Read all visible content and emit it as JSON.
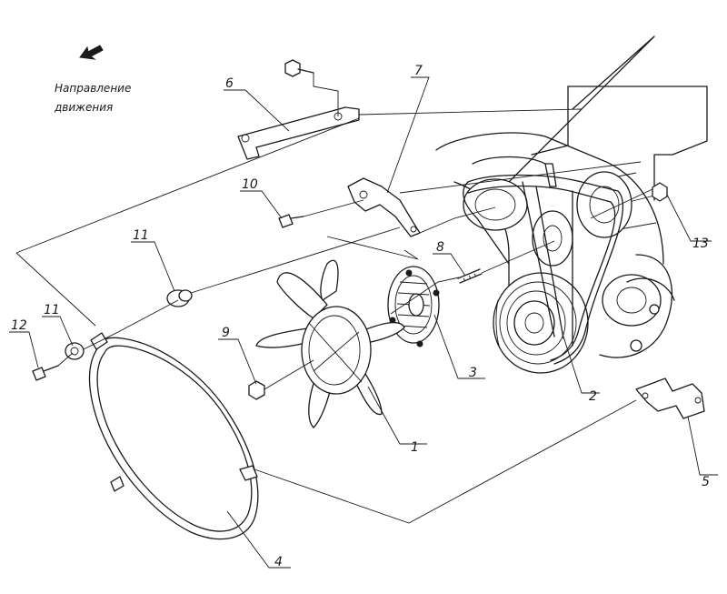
{
  "direction": {
    "line1": "Направление",
    "line2": "движения"
  },
  "callouts": [
    {
      "id": "fan",
      "label": "1"
    },
    {
      "id": "belt",
      "label": "2"
    },
    {
      "id": "fan-clutch",
      "label": "3"
    },
    {
      "id": "shroud-ring",
      "label": "4"
    },
    {
      "id": "bracket",
      "label": "5"
    },
    {
      "id": "upper-bracket",
      "label": "6"
    },
    {
      "id": "mount-bracket",
      "label": "7"
    },
    {
      "id": "stud",
      "label": "8"
    },
    {
      "id": "nut",
      "label": "9"
    },
    {
      "id": "bolt",
      "label": "10"
    },
    {
      "id": "bushing-upper",
      "label": "11"
    },
    {
      "id": "bushing-lower",
      "label": "11"
    },
    {
      "id": "bolt-lower",
      "label": "12"
    },
    {
      "id": "nut-right",
      "label": "13"
    }
  ]
}
